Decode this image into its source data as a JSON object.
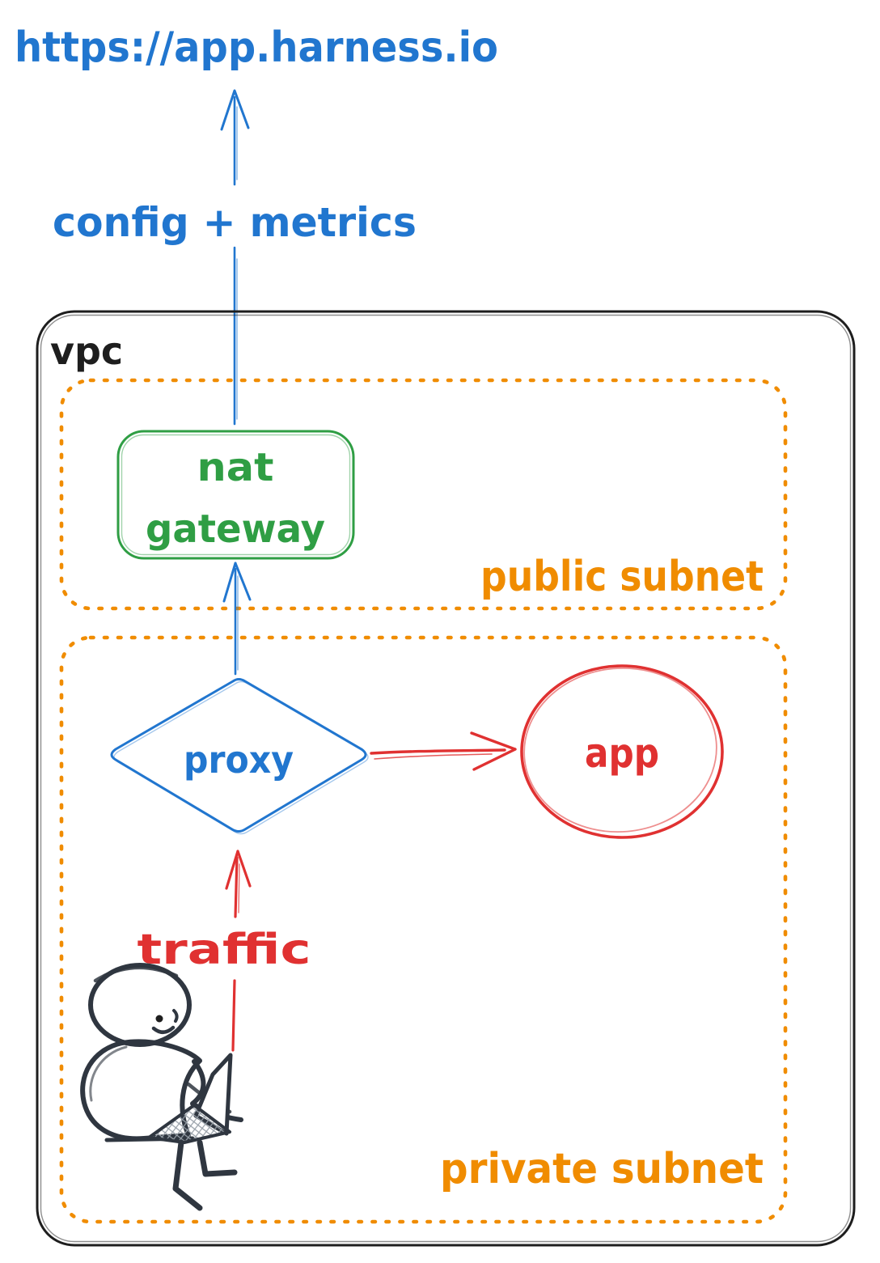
{
  "colors": {
    "bg": "#ffffff",
    "blue": "#2176cf",
    "green": "#2f9e44",
    "orange": "#f08c00",
    "red": "#e03131",
    "ink": "#1e1e1e",
    "sketch": "#2f3640",
    "laptop_hatch": "#98a0a8"
  },
  "destination": {
    "label": "https://app.harness.io"
  },
  "vpc": {
    "label": "vpc"
  },
  "public_subnet": {
    "label": "public subnet"
  },
  "private_subnet": {
    "label": "private subnet"
  },
  "nodes": {
    "nat_gateway": {
      "label": "nat gateway",
      "line1": "nat",
      "line2": "gateway"
    },
    "proxy": {
      "label": "proxy"
    },
    "app": {
      "label": "app"
    }
  },
  "arrows": {
    "config_metrics": {
      "label": "config + metrics"
    },
    "traffic": {
      "label": "traffic"
    }
  },
  "figures": {
    "user": {
      "description": "person sitting with laptop"
    }
  }
}
